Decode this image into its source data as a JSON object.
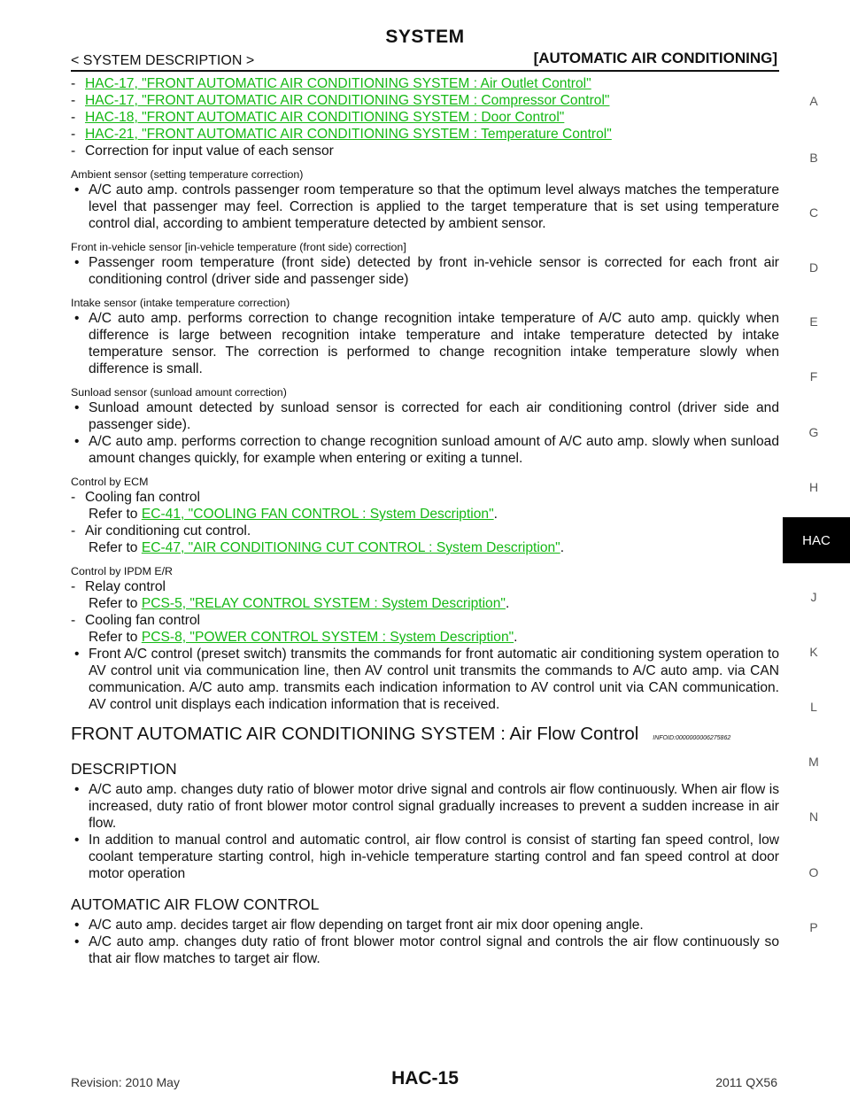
{
  "header": {
    "title": "SYSTEM",
    "breadcrumb": "< SYSTEM DESCRIPTION >",
    "section": "[AUTOMATIC AIR CONDITIONING]"
  },
  "top_links": [
    {
      "marker": "-",
      "text": "HAC-17, \"FRONT AUTOMATIC AIR CONDITIONING SYSTEM : Air Outlet Control\""
    },
    {
      "marker": "-",
      "text": "HAC-17, \"FRONT AUTOMATIC AIR CONDITIONING SYSTEM : Compressor Control\""
    },
    {
      "marker": "-",
      "text": "HAC-18, \"FRONT AUTOMATIC AIR CONDITIONING SYSTEM : Door Control\""
    },
    {
      "marker": "-",
      "text": "HAC-21, \"FRONT AUTOMATIC AIR CONDITIONING SYSTEM : Temperature Control\""
    }
  ],
  "correction_line": {
    "marker": "-",
    "text": "Correction for input value of each sensor"
  },
  "sensors": [
    {
      "heading": "Ambient sensor (setting temperature correction)",
      "bullets": [
        "A/C auto amp. controls passenger room temperature so that the optimum level always matches the temperature level that passenger may feel. Correction is applied to the target temperature that is set using temperature control dial, according to ambient temperature detected by ambient sensor."
      ]
    },
    {
      "heading": "Front in-vehicle sensor [in-vehicle temperature (front side) correction]",
      "bullets": [
        "Passenger room temperature (front side) detected by front in-vehicle sensor is corrected for each front air conditioning control (driver side and passenger side)"
      ]
    },
    {
      "heading": "Intake sensor (intake temperature correction)",
      "bullets": [
        "A/C auto amp. performs correction to change recognition intake temperature of A/C auto amp. quickly when difference is large between recognition intake temperature and intake temperature detected by intake temperature sensor. The correction is performed to change recognition intake temperature slowly when difference is small."
      ]
    },
    {
      "heading": "Sunload sensor (sunload amount correction)",
      "bullets": [
        "Sunload amount detected by sunload sensor is corrected for each air conditioning control (driver side and passenger side).",
        "A/C auto amp. performs correction to change recognition sunload amount of A/C auto amp. slowly when sunload amount changes quickly, for example when entering or exiting a tunnel."
      ]
    }
  ],
  "ecm": {
    "heading": "Control by ECM",
    "items": [
      {
        "marker": "-",
        "label": "Cooling fan control",
        "refer": "Refer to ",
        "link": "EC-41, \"COOLING FAN CONTROL : System Description\"",
        "end": "."
      },
      {
        "marker": "-",
        "label": "Air conditioning cut control.",
        "refer": "Refer to ",
        "link": "EC-47, \"AIR CONDITIONING CUT CONTROL : System Description\"",
        "end": "."
      }
    ]
  },
  "ipdm": {
    "heading": "Control by IPDM E/R",
    "items": [
      {
        "marker": "-",
        "label": "Relay control",
        "refer": "Refer to ",
        "link": "PCS-5, \"RELAY CONTROL SYSTEM : System Description\"",
        "end": "."
      },
      {
        "marker": "-",
        "label": "Cooling fan control",
        "refer": "Refer to ",
        "link": "PCS-8, \"POWER CONTROL SYSTEM : System Description\"",
        "end": "."
      }
    ],
    "bullet": "Front A/C control (preset switch) transmits the commands for front automatic air conditioning system operation to AV control unit via communication line, then AV control unit transmits the commands to A/C auto amp. via CAN communication. A/C auto amp. transmits each indication information to AV control unit via CAN communication. AV control unit displays each indication information that is received."
  },
  "airflow": {
    "heading": "FRONT AUTOMATIC AIR CONDITIONING SYSTEM : Air Flow Control",
    "info_id": "INFOID:0000000006275862",
    "description_heading": "DESCRIPTION",
    "description_bullets": [
      "A/C auto amp. changes duty ratio of blower motor drive signal and controls air flow continuously. When air flow is increased, duty ratio of front blower motor control signal gradually increases to prevent a sudden increase in air flow.",
      "In addition to manual control and automatic control, air flow control is consist of starting fan speed control, low coolant temperature starting control, high in-vehicle temperature starting control and fan speed control at door motor operation"
    ],
    "auto_heading": "AUTOMATIC AIR FLOW CONTROL",
    "auto_bullets": [
      "A/C auto amp. decides target air flow depending on target front air mix door opening angle.",
      "A/C auto amp. changes duty ratio of front blower motor control signal and controls the air flow continuously so that air flow matches to target air flow."
    ]
  },
  "bullet_marker": "•",
  "sidebar": {
    "letters": [
      "A",
      "B",
      "C",
      "D",
      "E",
      "F",
      "G",
      "H",
      "J",
      "K",
      "L",
      "M",
      "N",
      "O",
      "P"
    ],
    "active_tab": "HAC"
  },
  "footer": {
    "revision": "Revision: 2010 May",
    "page": "HAC-15",
    "model": "2011 QX56"
  }
}
